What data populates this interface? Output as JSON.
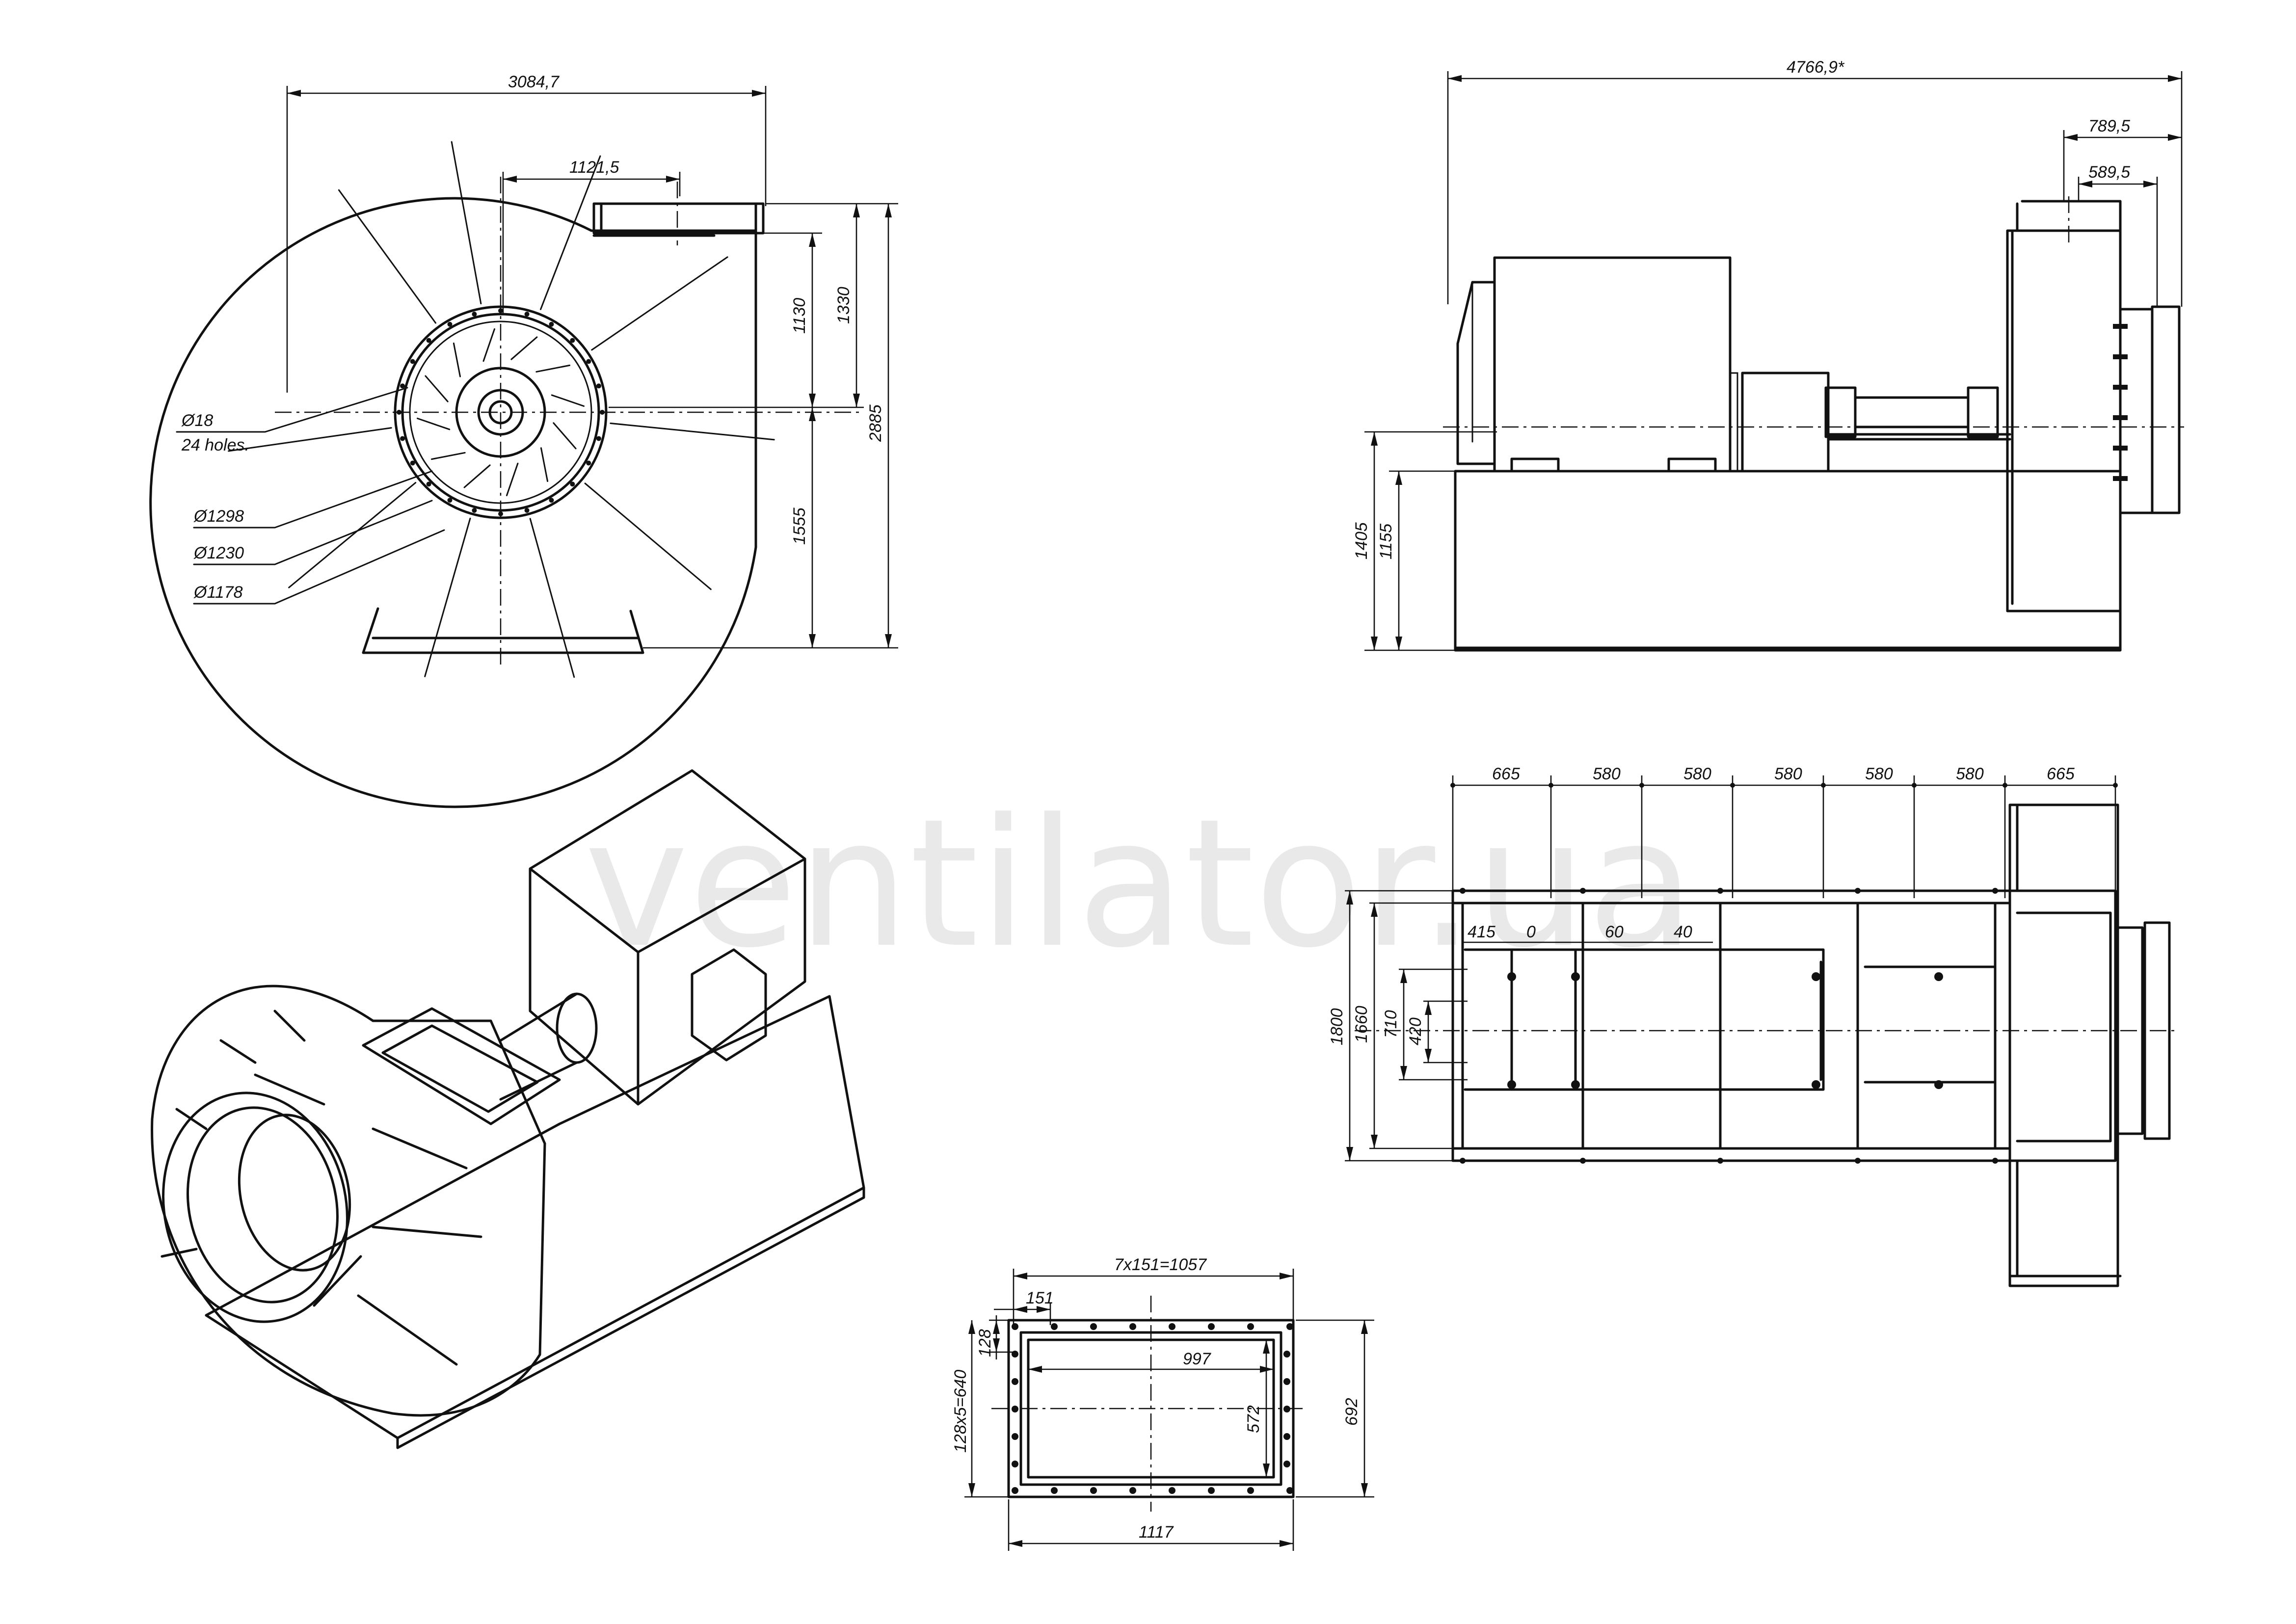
{
  "watermark": "ventilator.ua",
  "front_view": {
    "overall_width": "3084,7",
    "outlet_offset": "1121,5",
    "hole_diameter": "Ø18",
    "hole_count": "24 holes.",
    "inlet_d1": "Ø1298",
    "inlet_d2": "Ø1230",
    "inlet_d3": "Ø1178",
    "outlet_height_1130": "1130",
    "outlet_height_1330": "1330",
    "axis_height": "1555",
    "overall_height": "2885"
  },
  "side_view": {
    "overall_length": "4766,9*",
    "dim_789": "789,5",
    "dim_589": "589,5",
    "shaft_height": "1405",
    "frame_height": "1155"
  },
  "plan_view": {
    "spacing": [
      "665",
      "580",
      "580",
      "580",
      "580",
      "580",
      "665"
    ],
    "motor_dims": [
      "415",
      "0",
      "60",
      "40"
    ],
    "width_outer": "1800",
    "width_inner": "1660",
    "width_710": "710",
    "width_420": "420"
  },
  "flange_view": {
    "top_pattern": "7x151=1057",
    "pitch": "151",
    "inner_width": "997",
    "side_pitch": "128",
    "side_pattern": "128x5=640",
    "inner_height": "572",
    "outer_height": "692",
    "outer_width": "1117"
  }
}
